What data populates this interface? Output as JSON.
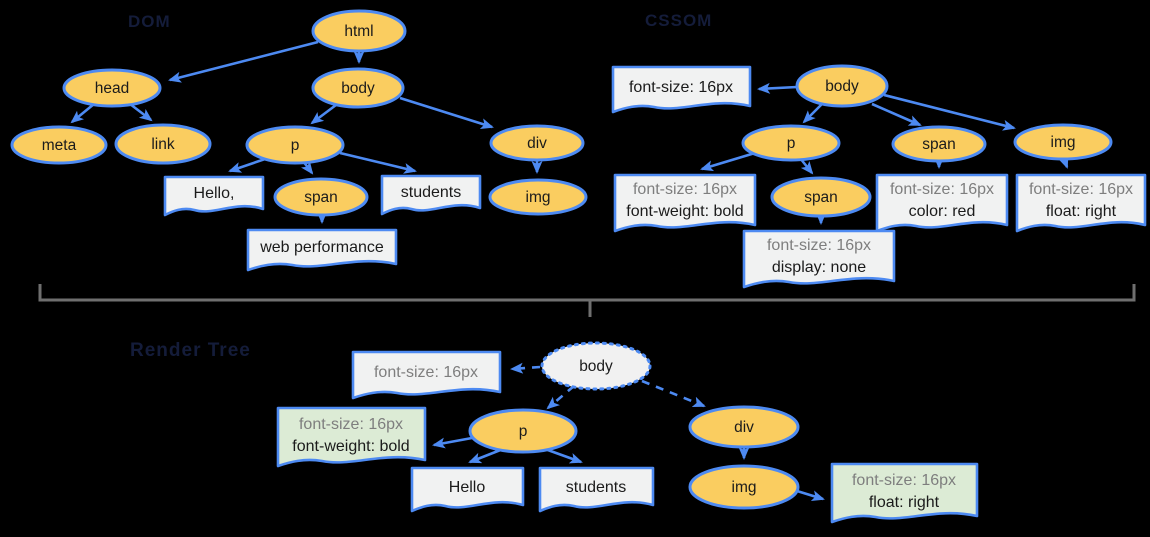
{
  "colors": {
    "background": "#000000",
    "node_fill": "#FACD60",
    "stroke_blue": "#4D8AF2",
    "note_fill": "#F1F2F2",
    "note_fill_green": "#DCEBD5",
    "render_body_fill": "#F1F1F1",
    "text_black": "#1B1B1B",
    "text_gray": "#7E7E7E",
    "bracket_gray": "#6F6F6F",
    "title_color": "#141C3A"
  },
  "dom_tree": {
    "title": "DOM",
    "nodes": {
      "html": "html",
      "head": "head",
      "body": "body",
      "meta": "meta",
      "link": "link",
      "p": "p",
      "div": "div",
      "span": "span",
      "img": "img"
    },
    "text_nodes": {
      "hello": "Hello,",
      "students": "students",
      "web_performance": "web performance"
    }
  },
  "cssom_tree": {
    "title": "CSSOM",
    "nodes": {
      "body": "body",
      "p": "p",
      "span": "span",
      "img": "img",
      "span_child": "span"
    },
    "notes": {
      "body": {
        "line1": "font-size: 16px"
      },
      "p": {
        "line1": "font-size: 16px",
        "line2": "font-weight: bold"
      },
      "span": {
        "line1": "font-size: 16px",
        "line2": "color: red"
      },
      "img": {
        "line1": "font-size: 16px",
        "line2": "float: right"
      },
      "span_child": {
        "line1": "font-size: 16px",
        "line2": "display: none"
      }
    }
  },
  "render_tree": {
    "title": "Render Tree",
    "nodes": {
      "body": "body",
      "p": "p",
      "div": "div",
      "img": "img"
    },
    "notes": {
      "body": {
        "line1": "font-size: 16px"
      },
      "p": {
        "line1": "font-size: 16px",
        "line2": "font-weight: bold"
      },
      "hello": "Hello",
      "students": "students",
      "img": {
        "line1": "font-size: 16px",
        "line2": "float: right"
      }
    }
  }
}
